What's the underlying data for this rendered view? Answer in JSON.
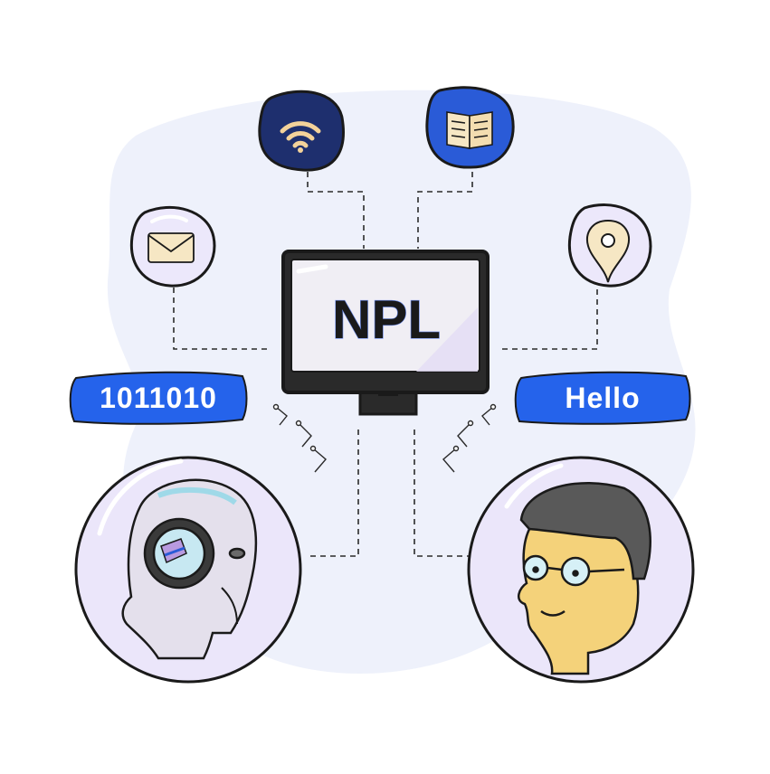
{
  "monitor": {
    "label": "NPL"
  },
  "badges": {
    "left": {
      "text": "1011010",
      "color": "#2563eb"
    },
    "right": {
      "text": "Hello",
      "color": "#2563eb"
    }
  },
  "icons": {
    "wifi": "wifi-icon",
    "book": "open-book-icon",
    "mail": "envelope-icon",
    "pin": "location-pin-icon",
    "robot": "robot-head-icon",
    "person": "person-with-glasses-icon"
  },
  "colors": {
    "outline": "#1a1a1a",
    "background_blob": "#eef1fb",
    "bubble": "#ece8fb",
    "wifi_tile": "#1e2f6e",
    "book_tile": "#2a5bd7",
    "screen": "#f0eef4",
    "accent_blue": "#2563eb"
  }
}
